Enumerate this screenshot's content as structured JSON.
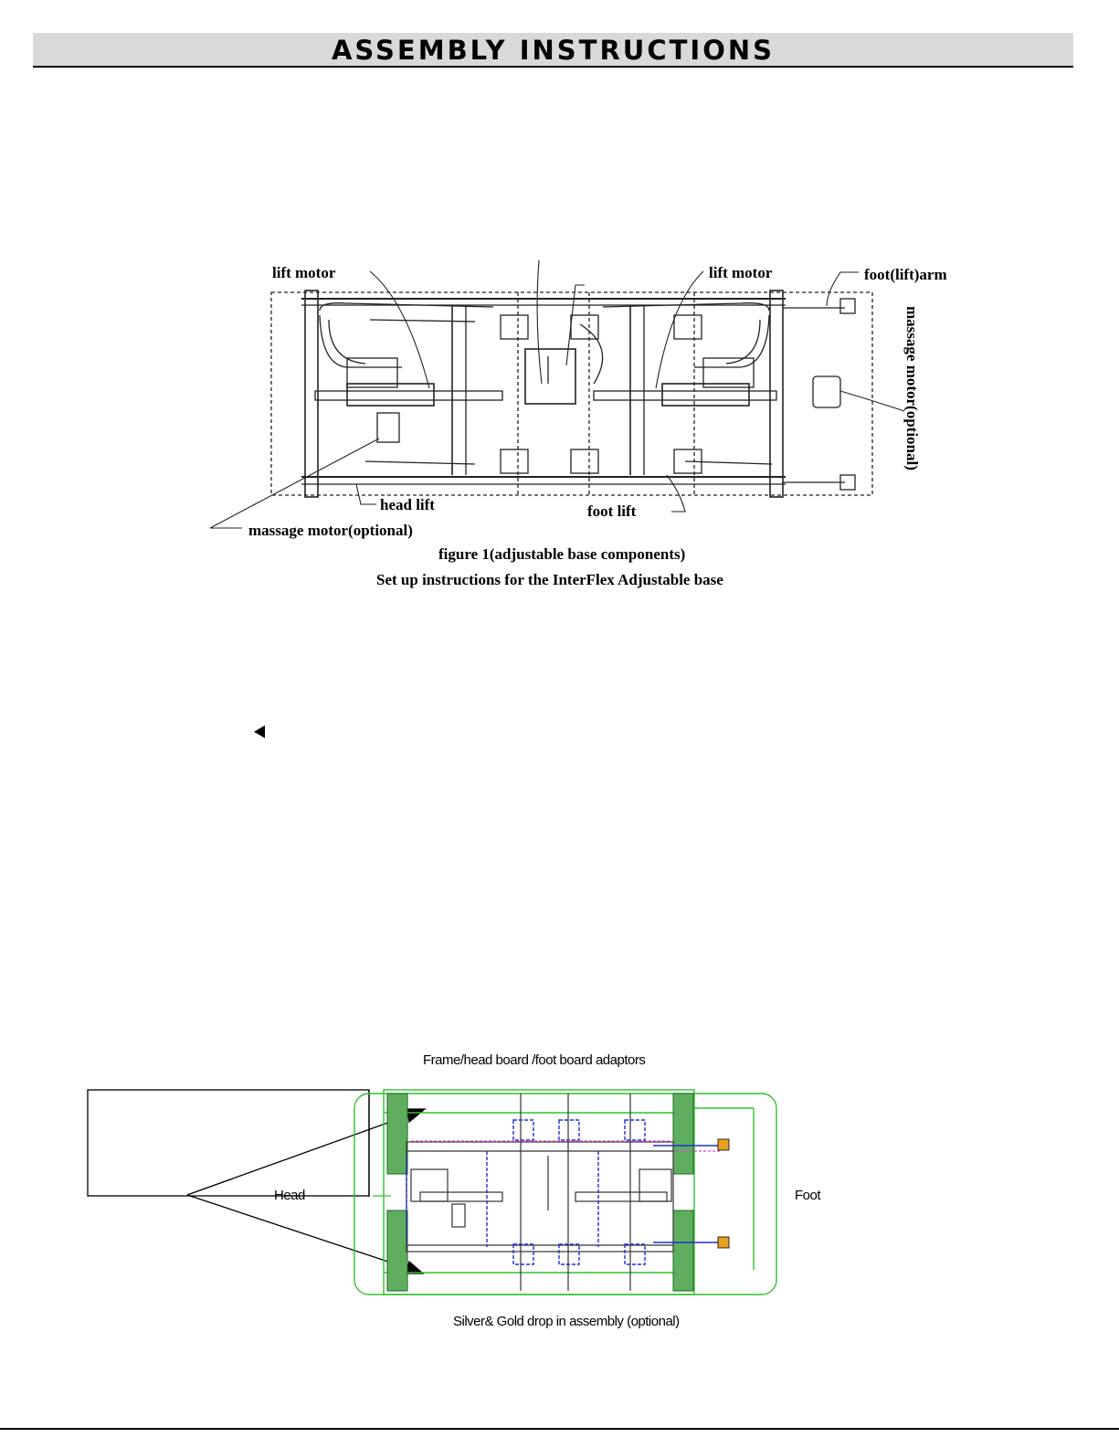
{
  "header": {
    "title": "ASSEMBLY INSTRUCTIONS"
  },
  "figure1": {
    "labels": {
      "lift_motor_left": "lift motor",
      "lift_motor_right": "lift motor",
      "foot_lift_arm": "foot(lift)arm",
      "massage_motor_right": "massage motor(optional)",
      "head_lift": "head lift",
      "foot_lift": "foot lift",
      "massage_motor_left": "massage motor(optional)"
    },
    "caption": "figure 1(adjustable base components)",
    "subcaption": "Set up instructions for the InterFlex Adjustable base"
  },
  "figure2": {
    "title": "Frame/head board /foot board adaptors",
    "head_label": "Head",
    "foot_label": "Foot",
    "caption": "Silver& Gold drop in assembly (optional)"
  },
  "colors": {
    "band": "#d9d9d9",
    "green": "#2fc22f",
    "blue": "#1f2fd6",
    "magenta": "#e040e0"
  }
}
